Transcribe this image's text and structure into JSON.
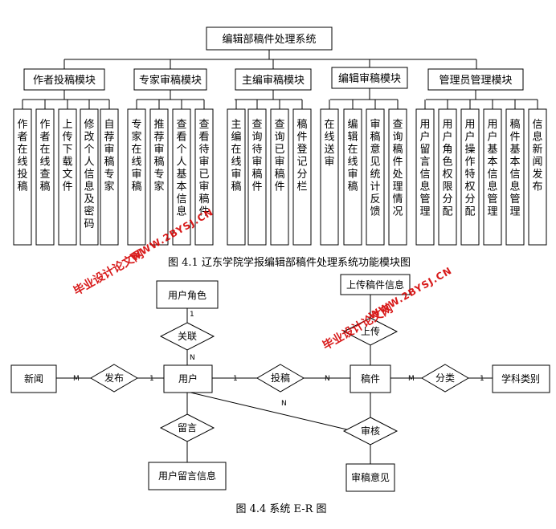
{
  "module_chart": {
    "root": "编辑部稿件处理系统",
    "modules": [
      {
        "title": "作者投稿模块",
        "children": [
          "作者在线投稿",
          "作者在线查稿",
          "上传下载文件",
          "修改个人信息及密码",
          "自荐审稿专家"
        ]
      },
      {
        "title": "专家审稿模块",
        "children": [
          "专家在线审稿",
          "推荐审稿专家",
          "查看个人基本信息",
          "查看待审已审稿件"
        ]
      },
      {
        "title": "主编审稿模块",
        "children": [
          "主编在线审稿",
          "查询待审稿件",
          "查询已审稿件",
          "稿件登记分栏"
        ]
      },
      {
        "title": "编辑审稿模块",
        "children": [
          "在线送审",
          "编辑在线审稿",
          "审稿意见统计反馈",
          "查询稿件处理情况"
        ]
      },
      {
        "title": "管理员管理模块",
        "children": [
          "用户留言信息管理",
          "用户角色权限分配",
          "用户操作特权分配",
          "用户基本信息管理",
          "稿件基本信息管理",
          "信息新闻发布"
        ]
      }
    ],
    "caption": "图 4.1 辽东学院学报编辑部稿件处理系统功能模块图"
  },
  "er_diagram": {
    "entities": {
      "user_role": "用户角色",
      "upload_info": "上传稿件信息",
      "news": "新闻",
      "user": "用户",
      "manuscript": "稿件",
      "subject": "学科类别",
      "user_message": "用户留言信息",
      "review_opinion": "审稿意见"
    },
    "relations": {
      "associate": "关联",
      "upload": "上传",
      "publish": "发布",
      "submit": "投稿",
      "classify": "分类",
      "message": "留言",
      "review": "审核"
    },
    "cardinalities": {
      "role_link": "1",
      "user_link": "N",
      "news_m": "M",
      "publish_1": "1",
      "submit_1": "1",
      "submit_n": "N",
      "classify_m": "M",
      "classify_1": "1",
      "review_n": "N"
    },
    "caption": "图 4.4 系统 E-R 图"
  },
  "watermark": {
    "text1": "毕业设计论文网",
    "text2": "WWW.2BYSJ.CN",
    "color": "#d40000"
  }
}
